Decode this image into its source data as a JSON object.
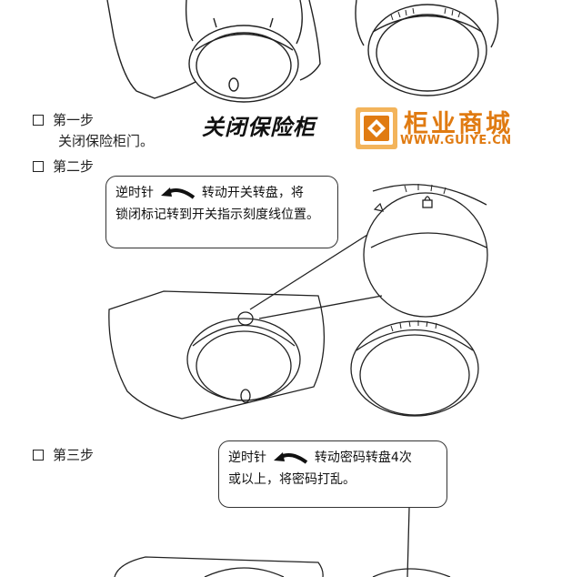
{
  "steps": [
    {
      "label": "第一步",
      "desc": "关闭保险柜门。"
    },
    {
      "label": "第二步"
    },
    {
      "label": "第三步"
    }
  ],
  "section_title": "关闭保险柜",
  "brand": {
    "name": "柜业商城",
    "url": "WWW.GUIYE.CN",
    "color": "#e07b12"
  },
  "callouts": [
    {
      "before_arrow": "逆时针",
      "after_arrow": "转动开关转盘，将",
      "rest": "锁闭标记转到开关指示刻度线位置。"
    },
    {
      "before_arrow": "逆时针",
      "after_arrow": "转动密码转盘4次",
      "rest": "或以上，将密码打乱。"
    }
  ],
  "icons": [
    "checkbox-icon",
    "counterclockwise-arrow-icon",
    "lock-icon",
    "unlock-icon",
    "safe-dial-illustration"
  ]
}
